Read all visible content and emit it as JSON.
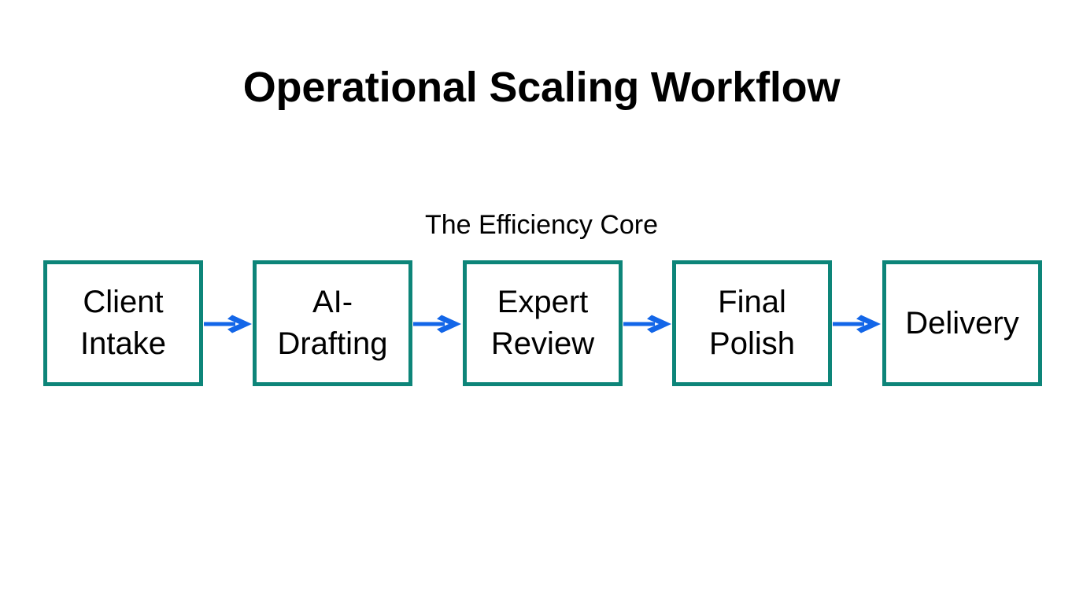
{
  "diagram": {
    "title": "Operational Scaling Workflow",
    "subtitle": "The Efficiency Core",
    "background_color": "#ffffff",
    "node_border_color": "#0d8579",
    "node_fill_color": "#ffffff",
    "node_text_color": "#000000",
    "arrow_color": "#1366e8",
    "orientation": "left-to-right",
    "nodes": [
      {
        "id": "client-intake",
        "label": "Client\nIntake"
      },
      {
        "id": "ai-drafting",
        "label": "AI-\nDrafting"
      },
      {
        "id": "expert-review",
        "label": "Expert\nReview"
      },
      {
        "id": "final-polish",
        "label": "Final\nPolish"
      },
      {
        "id": "delivery",
        "label": "Delivery"
      }
    ],
    "connectors": [
      {
        "id": "arrow-1",
        "from": "client-intake",
        "to": "ai-drafting",
        "icon": "arrow-right-icon"
      },
      {
        "id": "arrow-2",
        "from": "ai-drafting",
        "to": "expert-review",
        "icon": "arrow-right-icon"
      },
      {
        "id": "arrow-3",
        "from": "expert-review",
        "to": "final-polish",
        "icon": "arrow-right-icon"
      },
      {
        "id": "arrow-4",
        "from": "final-polish",
        "to": "delivery",
        "icon": "arrow-right-icon"
      }
    ]
  }
}
